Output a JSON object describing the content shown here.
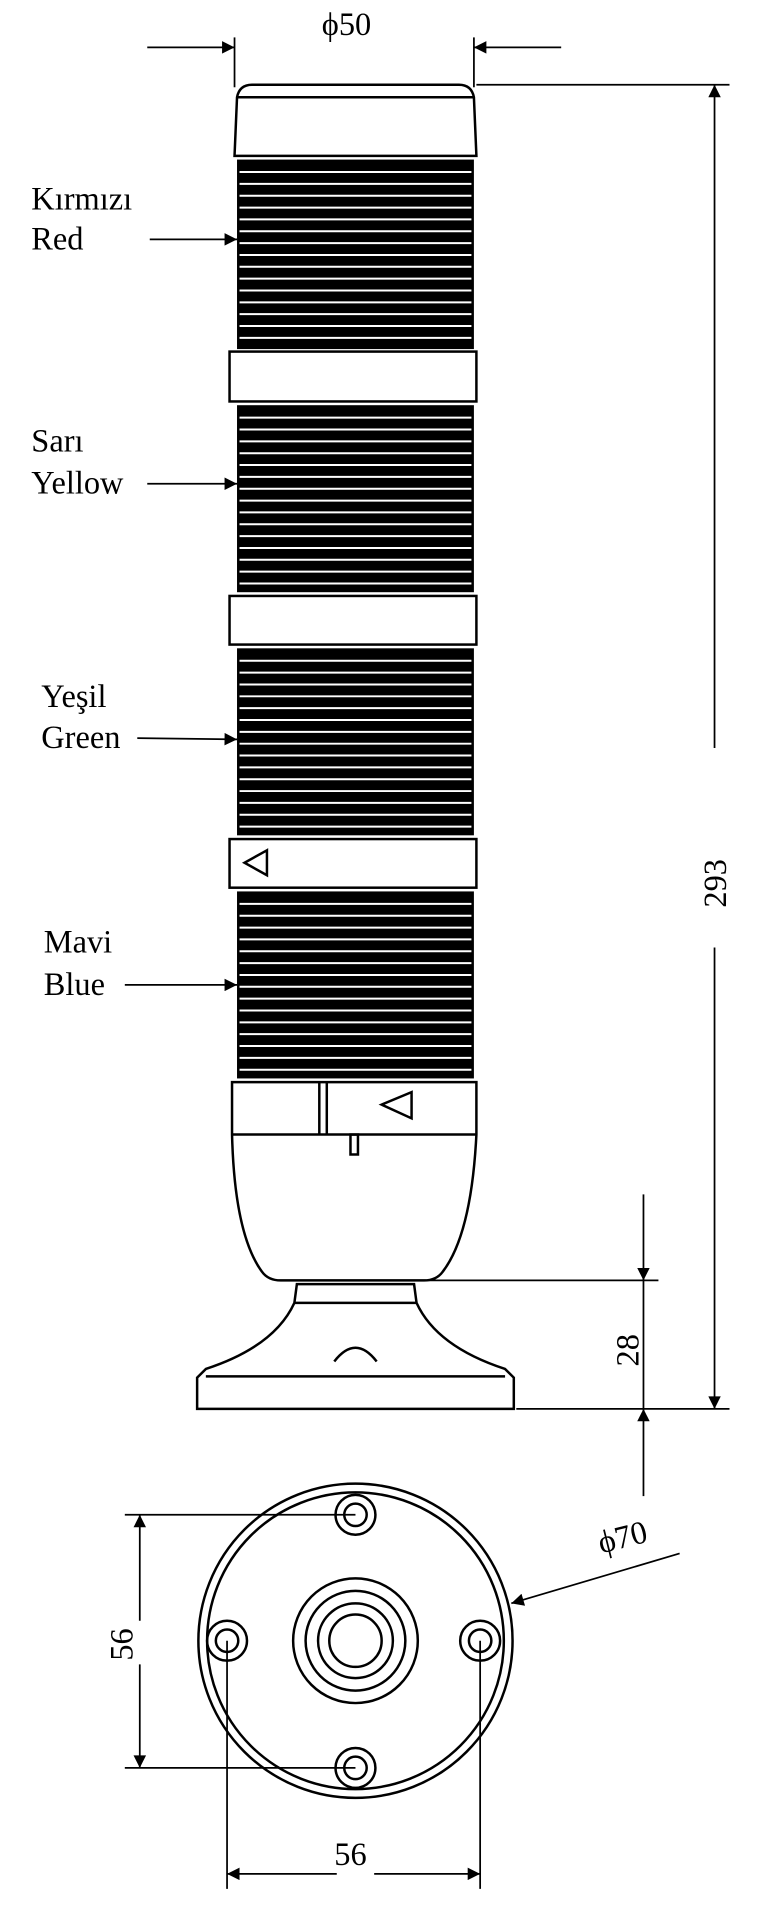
{
  "dimensions": {
    "top_diameter": "ϕ50",
    "total_height": "293",
    "base_height": "28",
    "base_diameter": "ϕ70",
    "hole_spacing_vertical": "56",
    "hole_spacing_horizontal": "56"
  },
  "labels": [
    {
      "tr": "Kırmızı",
      "en": "Red"
    },
    {
      "tr": "Sarı",
      "en": "Yellow"
    },
    {
      "tr": "Yeşil",
      "en": "Green"
    },
    {
      "tr": "Mavi",
      "en": "Blue"
    }
  ]
}
